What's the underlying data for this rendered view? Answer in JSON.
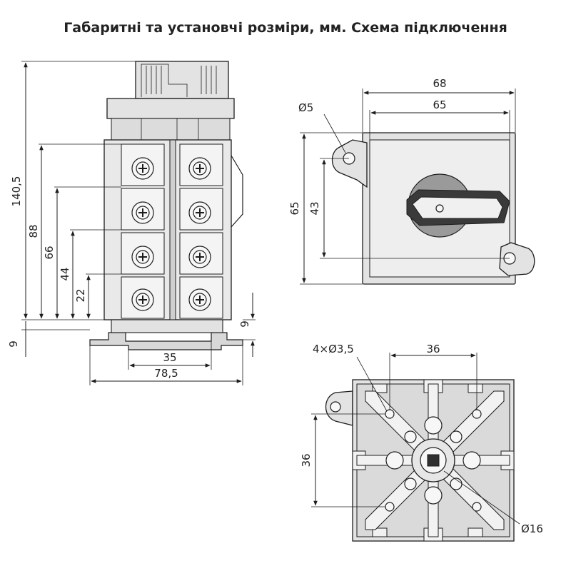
{
  "title": "Габаритні та установчі розміри, мм. Схема підключення",
  "dimensions": {
    "total_height": "140,5",
    "h88": "88",
    "h66": "66",
    "h44": "44",
    "h22": "22",
    "base_offset": "9",
    "bottom_offset": "9",
    "rail_width": "35",
    "base_width": "78,5",
    "outer_width": "68",
    "inner_width": "65",
    "hole_diameter": "Ø5",
    "front_height": "65",
    "hole_spacing_v": "43",
    "holes_4x": "4×Ø3,5",
    "hole_spacing_h": "36",
    "hole_spacing_v2": "36",
    "center_diameter": "Ø16"
  }
}
